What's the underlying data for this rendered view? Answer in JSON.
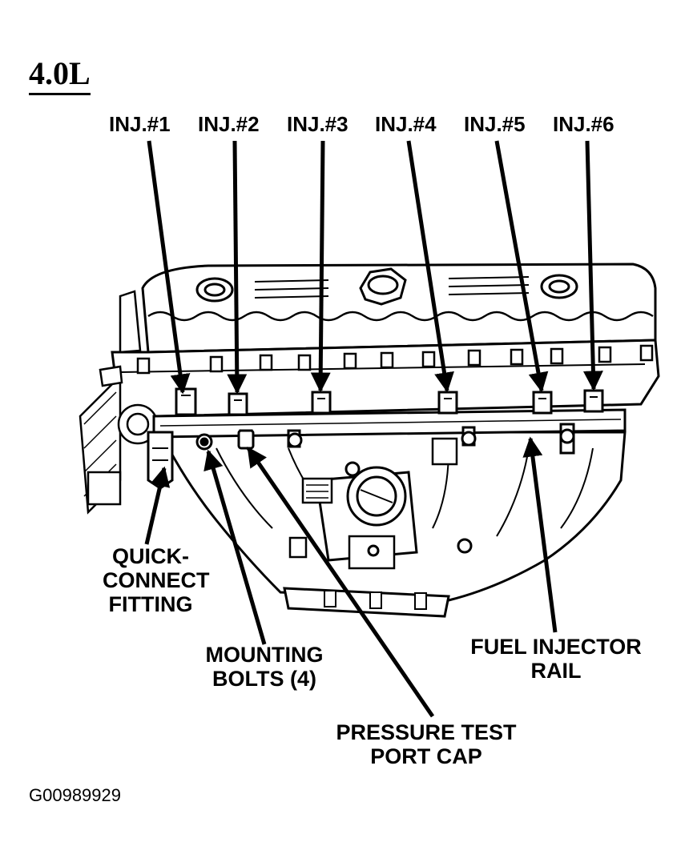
{
  "title": "4.0L",
  "injector_labels": [
    "INJ.#1",
    "INJ.#2",
    "INJ.#3",
    "INJ.#4",
    "INJ.#5",
    "INJ.#6"
  ],
  "callouts": {
    "quick_connect": [
      "QUICK-",
      "CONNECT",
      "FITTING"
    ],
    "mounting_bolts": [
      "MOUNTING",
      "BOLTS (4)"
    ],
    "pressure_test": [
      "PRESSURE TEST",
      "PORT CAP"
    ],
    "fuel_rail": [
      "FUEL INJECTOR",
      "RAIL"
    ]
  },
  "figure_code": "G00989929"
}
